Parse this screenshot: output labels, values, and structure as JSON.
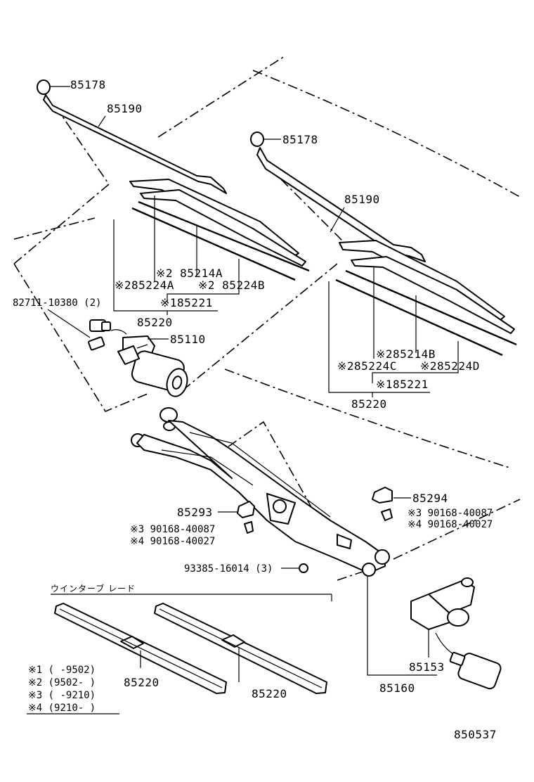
{
  "callouts": {
    "p85178_left": "85178",
    "p85190_left": "85190",
    "p85178_right": "85178",
    "p85190_right": "85190",
    "p85214A": "※2 85214A",
    "p85224A": "※285224A",
    "p85224B": "※2 85224B",
    "p85221_left": "※185221",
    "p85220_left": "85220",
    "p82711": "82711-10380 (2)",
    "p85110": "85110",
    "p85214B": "※285214B",
    "p85224C": "※285224C",
    "p85224D": "※285224D",
    "p85221_right": "※185221",
    "p85220_right": "85220",
    "p85294": "85294",
    "p90168_87_right": "※3 90168-40087",
    "p90168_27_right": "※4 90168-40027",
    "p85293": "85293",
    "p90168_87_left": "※3 90168-40087",
    "p90168_27_left": "※4 90168-40027",
    "p93385": "93385-16014 (3)",
    "winter_blade": "ウインターブ レード",
    "p85220_bottom1": "85220",
    "p85220_bottom2": "85220",
    "p85153": "85153",
    "p85160": "85160",
    "drawing_no": "850537"
  },
  "notes": [
    {
      "mark": "※1",
      "range": "(      -9502)"
    },
    {
      "mark": "※2",
      "range": "(9502-      )"
    },
    {
      "mark": "※3",
      "range": "(      -9210)"
    },
    {
      "mark": "※4",
      "range": "(9210-      )"
    }
  ]
}
